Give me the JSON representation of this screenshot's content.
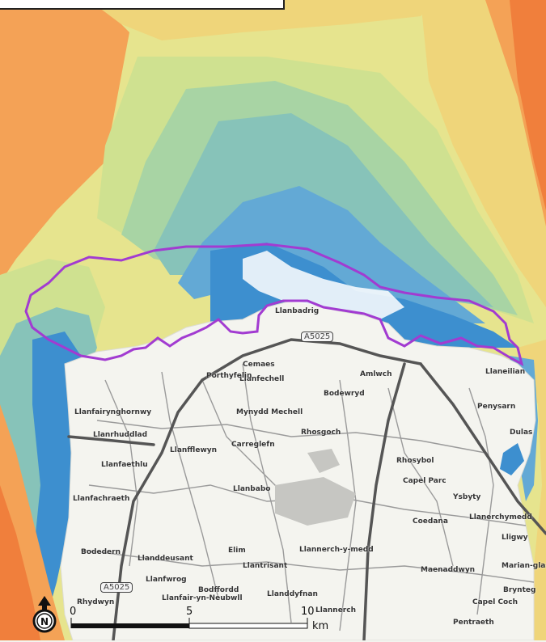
{
  "colors": {
    "deep_orange": "#f07f3c",
    "orange": "#f4a256",
    "yellow": "#efd57a",
    "pale_yellow": "#e6e48e",
    "green_yellow": "#cfe190",
    "sea_green": "#a8d4a4",
    "teal": "#87c3b9",
    "light_blue": "#63a9d5",
    "blue": "#3d8fcf",
    "land": "#f4f4ef",
    "boundary": "#a23bd1",
    "road": "#555555"
  },
  "scale": {
    "labels": [
      "0",
      "5",
      "10"
    ],
    "unit": "km"
  },
  "north_arrow": {
    "label": "N"
  },
  "road_labels": [
    "A5025",
    "A5025"
  ],
  "places": [
    "Cemaes",
    "Llanfechell",
    "Bodewryd",
    "Amlwch",
    "Mynydd Mechell",
    "Llanfairynghornwy",
    "Llanrhuddlad",
    "Llanfflewyn",
    "Carreglefn",
    "Rhosgoch",
    "Penysarn",
    "Dulas",
    "Llannerch-y-medd",
    "Llantrisant",
    "Bodedern",
    "Llanddeusant",
    "Elim",
    "Llanfaethlu",
    "Llanbabo",
    "Capel Parc",
    "Rhosybol",
    "Coedana",
    "Maenaddwyn",
    "Llanerchymedd",
    "Llanfachraeth",
    "Llanbadrig",
    "Llaneilian",
    "Porthyfelin",
    "Llanfwrog",
    "Bodffordd",
    "Llanfair-yn-Neubwll",
    "Lligwy",
    "Marian-glas",
    "Brynteg",
    "Capel Coch",
    "Ysbyty",
    "Llanddyfnan",
    "Pentraeth",
    "Llannerch",
    "Rhydwyn"
  ]
}
